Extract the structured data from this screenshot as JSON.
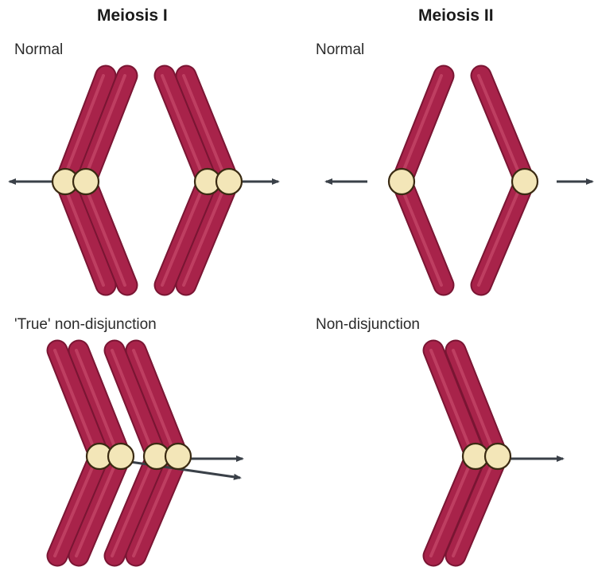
{
  "headings": {
    "meiosis_1": "Meiosis I",
    "meiosis_2": "Meiosis II"
  },
  "labels": {
    "m1_normal": "Normal",
    "m2_normal": "Normal",
    "m1_nondisjunction": "'True' non-disjunction",
    "m2_nondisjunction": "Non-disjunction"
  },
  "colors": {
    "chromosome": "#a8234a",
    "chromosome_dark": "#7a1533",
    "chromosome_light": "#c84a6c",
    "centromere_fill": "#f3e6b8",
    "centromere_stroke": "#3a2a12",
    "arrow": "#3a4048"
  }
}
